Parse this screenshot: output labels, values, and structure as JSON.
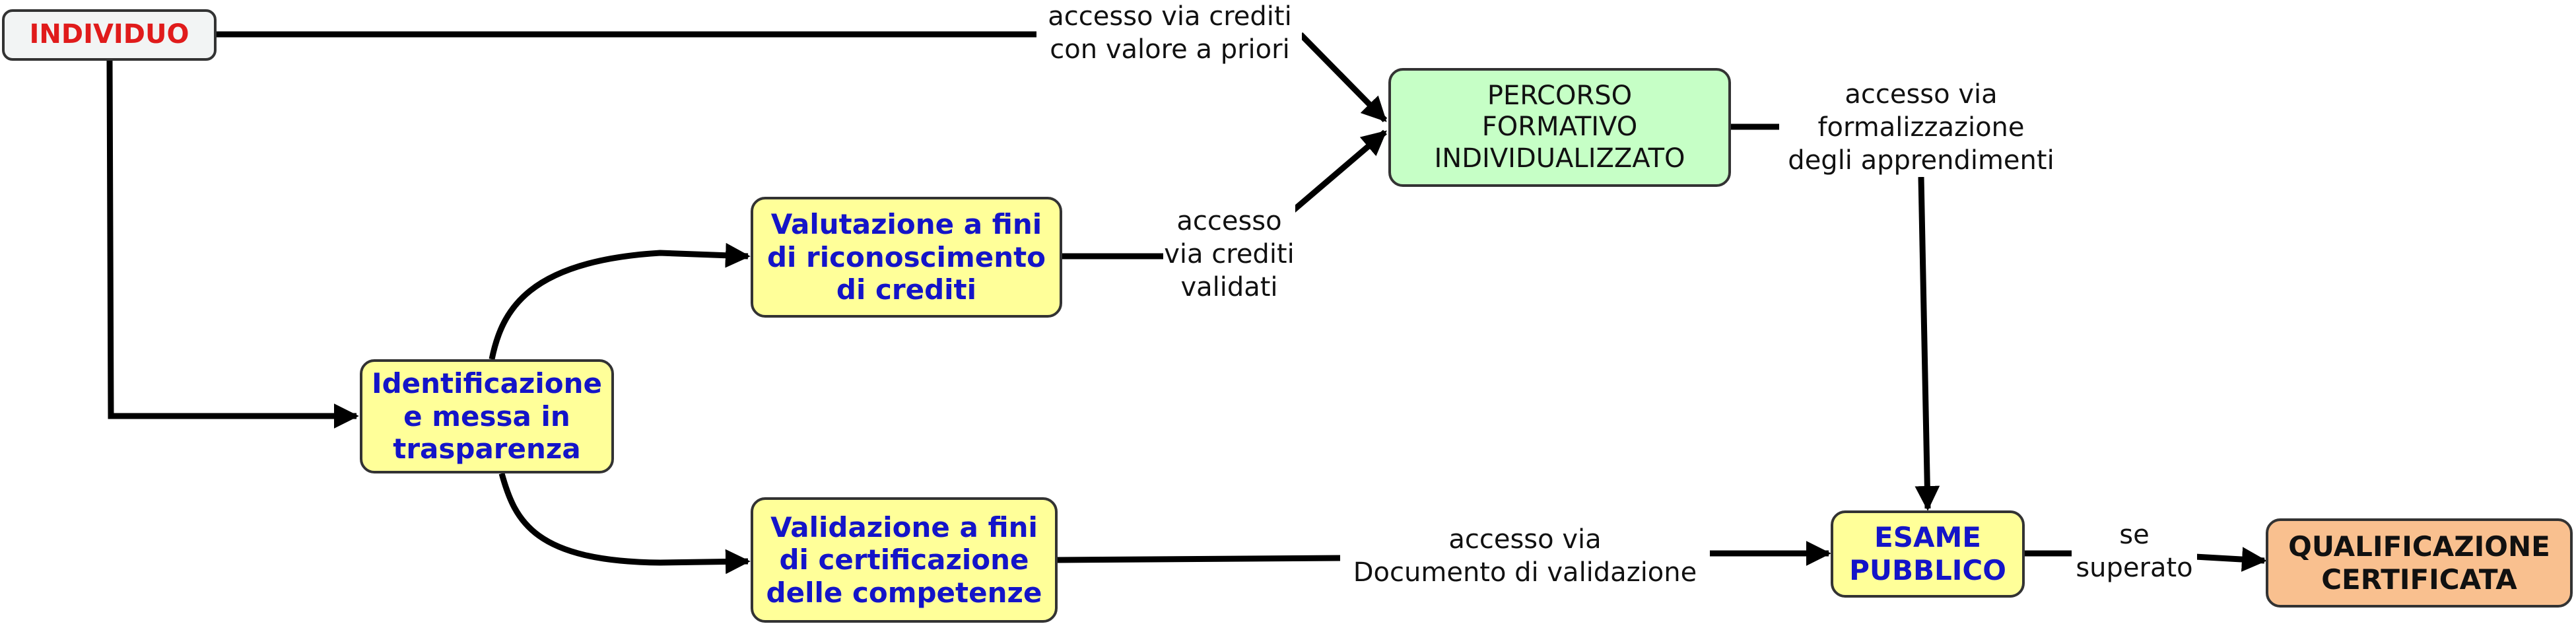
{
  "nodes": {
    "individuo": "INDIVIDUO",
    "percorso": "PERCORSO\nFORMATIVO\nINDIVIDUALIZZATO",
    "valutazione": "Valutazione a fini\ndi riconoscimento\ndi crediti",
    "identificazione": "Identificazione\ne messa in\ntrasparenza",
    "validazione": "Validazione a fini\ndi certificazione\ndelle competenze",
    "esame": "ESAME\nPUBBLICO",
    "qualificazione": "QUALIFICAZIONE\nCERTIFICATA"
  },
  "labels": {
    "crediti_priori": "accesso via crediti\ncon valore a priori",
    "formalizzazione": "accesso via\nformalizzazione\ndegli apprendimenti",
    "crediti_validati": "accesso\nvia crediti\nvalidati",
    "documento": "accesso via\nDocumento di validazione",
    "superato": "se\nsuperato"
  },
  "colors": {
    "start_text": "#e01b1b",
    "yellow_fill": "#ffff99",
    "yellow_text": "#1414c8",
    "green_fill": "#c6ffc6",
    "orange_fill": "#f9c08f",
    "edge": "#000000"
  }
}
